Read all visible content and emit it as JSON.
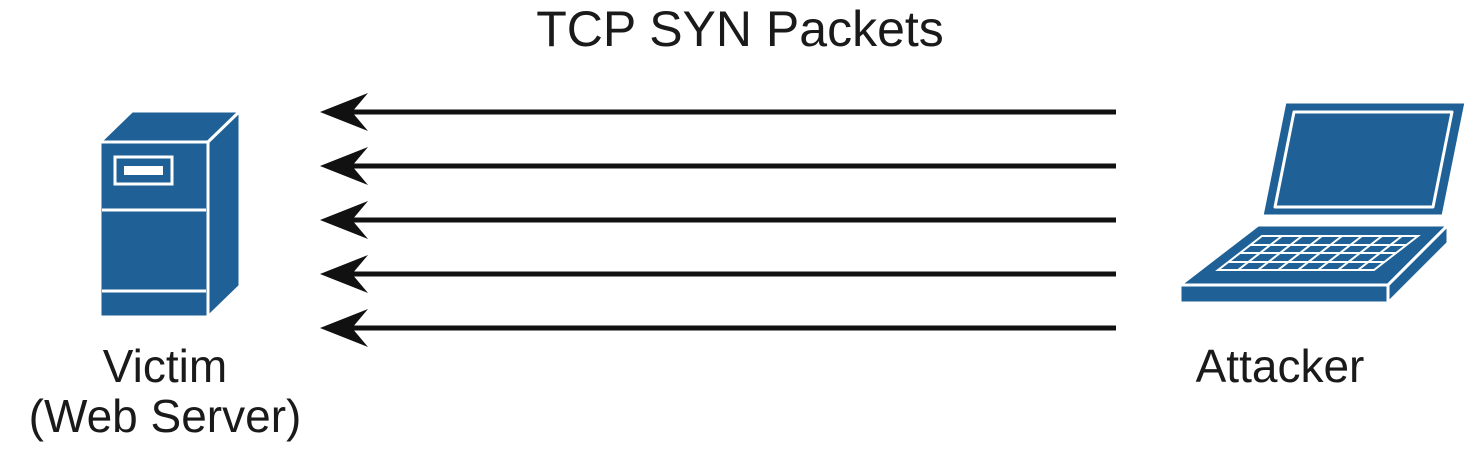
{
  "title": "TCP SYN Packets",
  "victim": {
    "label_line1": "Victim",
    "label_line2": "(Web Server)",
    "icon": "server-icon"
  },
  "attacker": {
    "label": "Attacker",
    "icon": "laptop-icon"
  },
  "packets": {
    "count": 5,
    "direction": "attacker-to-victim"
  },
  "colors": {
    "device_fill": "#1f6196",
    "device_stroke": "#ffffff",
    "arrow": "#111111",
    "text": "#1a1a1a"
  }
}
